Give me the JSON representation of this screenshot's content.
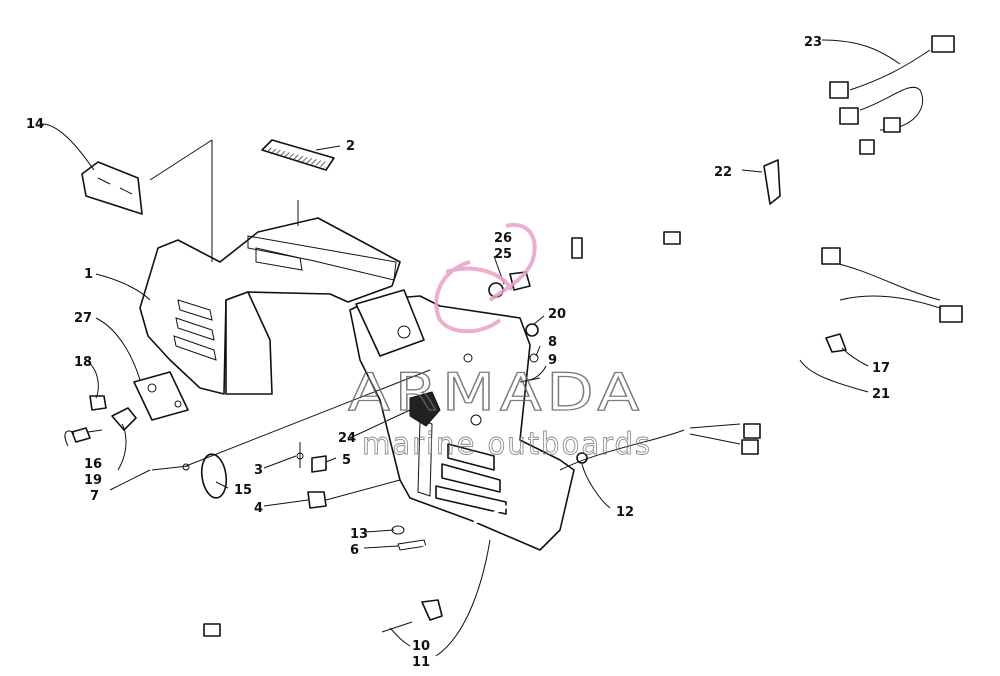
{
  "watermark": {
    "brand": "ARMADA",
    "tagline": "marine outboards",
    "accent": "#e8a0c8"
  },
  "callouts": [
    "1",
    "2",
    "3",
    "4",
    "5",
    "6",
    "7",
    "8",
    "9",
    "10",
    "11",
    "12",
    "13",
    "14",
    "15",
    "16",
    "17",
    "18",
    "19",
    "20",
    "21",
    "22",
    "23",
    "24",
    "25",
    "26",
    "27"
  ],
  "colors": {
    "ink": "#111111",
    "paper": "#ffffff",
    "logo_pink": "#e8a0c8"
  }
}
